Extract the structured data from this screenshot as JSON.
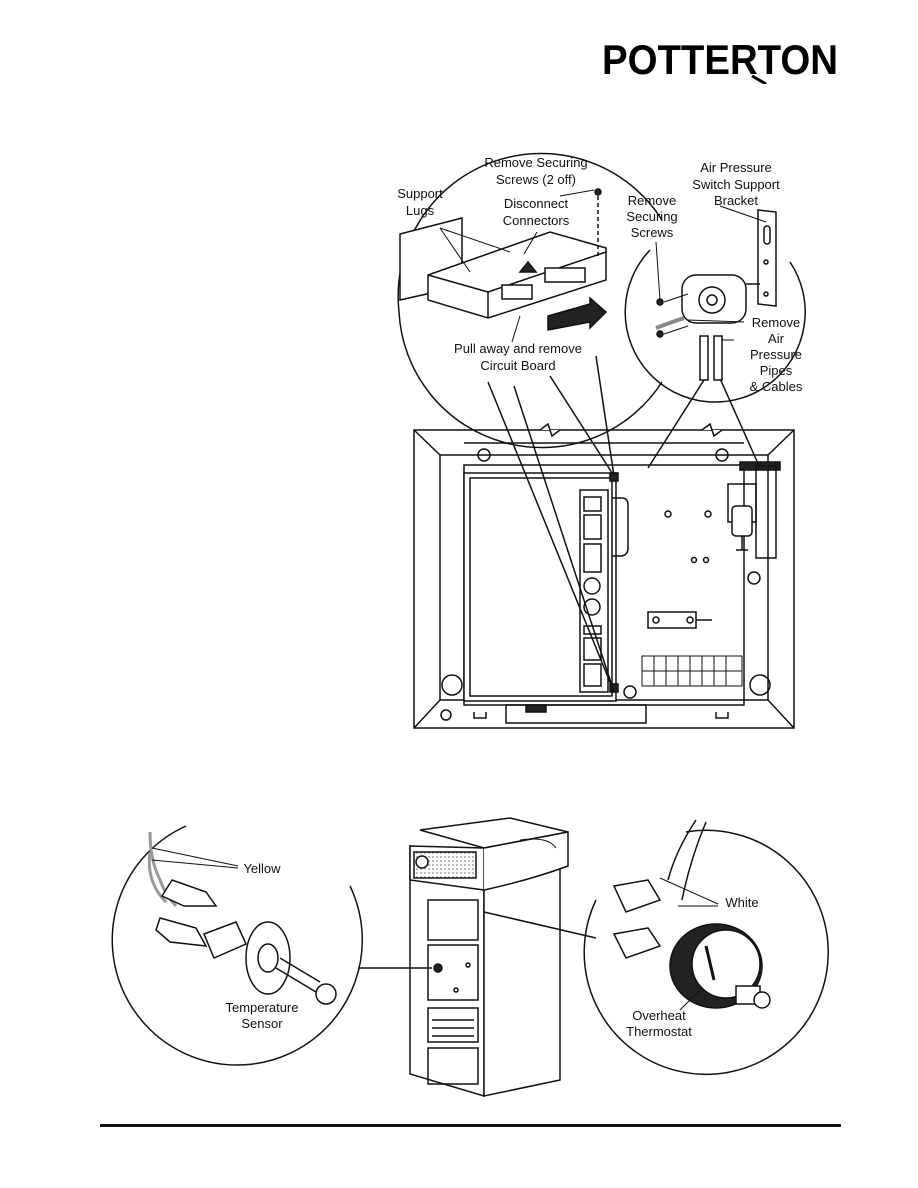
{
  "brand": {
    "logo_text": "POTTERTON"
  },
  "circuit_board_callout": {
    "remove_screws": [
      "Remove Securing",
      "Screws (2 off)"
    ],
    "support_lugs": [
      "Support",
      "Lugs"
    ],
    "disconnect": [
      "Disconnect",
      "Connectors"
    ],
    "pull_away": [
      "Pull away and remove",
      "Circuit Board"
    ]
  },
  "air_pressure_callout": {
    "bracket": [
      "Air Pressure",
      "Switch Support",
      "Bracket"
    ],
    "screws": [
      "Remove",
      "Securing",
      "Screws"
    ],
    "pipes": [
      "Remove",
      "Air",
      "Pressure",
      "Pipes",
      "& Cables"
    ]
  },
  "sensor_callout": {
    "wire": "Yellow",
    "component": [
      "Temperature",
      "Sensor"
    ]
  },
  "thermostat_callout": {
    "wire": "White",
    "component": [
      "Overheat",
      "Thermostat"
    ]
  }
}
